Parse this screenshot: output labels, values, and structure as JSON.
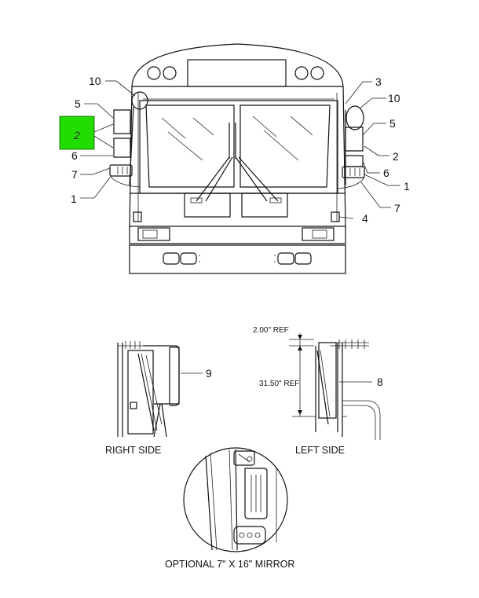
{
  "callouts": {
    "c1_left": "1",
    "c2_hot": "2",
    "c5_left": "5",
    "c6_left": "6",
    "c7_left": "7",
    "c10_left": "10",
    "c3_right": "3",
    "c10_right": "10",
    "c5_right": "5",
    "c2_right": "2",
    "c6_right": "6",
    "c1_right": "1",
    "c7_right": "7",
    "c4_right": "4",
    "c9": "9",
    "c8": "8"
  },
  "captions": {
    "right_side": "RIGHT SIDE",
    "left_side": "LEFT SIDE",
    "optional_mirror": "OPTIONAL 7\" X 16\" MIRROR"
  },
  "dimensions": {
    "ref_top": "2.00\" REF",
    "ref_height": "31.50\" REF"
  },
  "colors": {
    "hotspot": "#22dd00",
    "ink": "#111111"
  }
}
